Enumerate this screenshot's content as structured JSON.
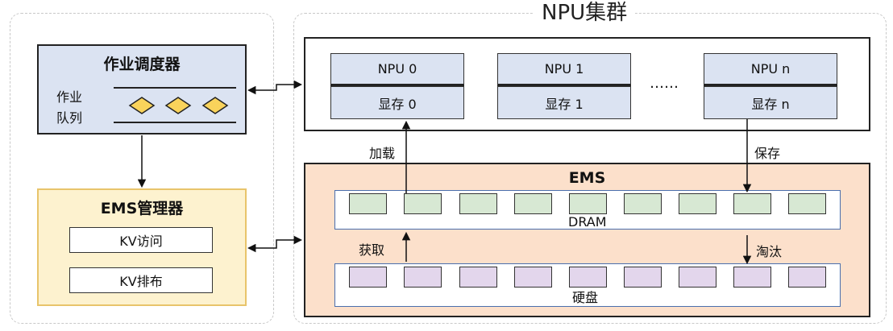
{
  "cluster_title": "NPU集群",
  "scheduler": {
    "title": "作业调度器",
    "queue_label_line1": "作业",
    "queue_label_line2": "队列"
  },
  "ems_manager": {
    "title": "EMS管理器",
    "kv_access": "KV访问",
    "kv_layout": "KV排布"
  },
  "npus": [
    {
      "name": "NPU 0",
      "memory": "显存 0"
    },
    {
      "name": "NPU 1",
      "memory": "显存 1"
    },
    {
      "name": "NPU n",
      "memory": "显存 n"
    }
  ],
  "ellipsis": "……",
  "ems": {
    "title": "EMS",
    "dram_label": "DRAM",
    "disk_label": "硬盘"
  },
  "arrows": {
    "load": "加载",
    "save": "保存",
    "fetch": "获取",
    "evict": "淘汰"
  }
}
